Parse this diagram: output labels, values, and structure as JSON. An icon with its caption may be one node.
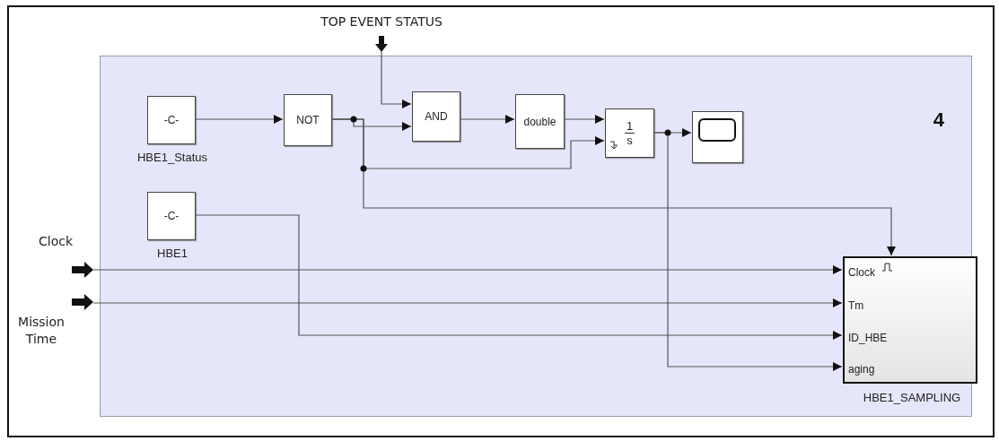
{
  "diagram": {
    "nodes": [
      {
        "text": [
          "TOP EVENT STATUS"
        ]
      },
      {
        "text": [
          "Clock"
        ]
      },
      {
        "text": [
          "Mission Time"
        ]
      },
      {
        "text": [
          "4"
        ]
      },
      {
        "text": [
          "-C-"
        ],
        "in": 3,
        "beside": [
          "HBE1_Status"
        ]
      },
      {
        "text": [
          "NOT"
        ],
        "in": 3
      },
      {
        "text": [
          "AND"
        ],
        "in": 3
      },
      {
        "text": [
          "double"
        ],
        "in": 3
      },
      {
        "text": [
          "1",
          "s"
        ],
        "in": 3
      },
      {
        "text": [],
        "shape": "box",
        "in": 3
      },
      {
        "text": [
          "-C-"
        ],
        "in": 3,
        "beside": [
          "HBE1"
        ]
      },
      {
        "text": [
          "Clock",
          "Tm",
          "ID_HBE",
          "aging"
        ],
        "in": 3,
        "beside": [
          "HBE1_SAMPLING"
        ]
      }
    ],
    "edges": [
      {
        "from": 0,
        "to": 6,
        "arrow": "to"
      },
      {
        "from": 1,
        "to": 11,
        "arrow": "to"
      },
      {
        "from": 2,
        "to": 11,
        "arrow": "to"
      },
      {
        "from": 4,
        "to": 5,
        "arrow": "to"
      },
      {
        "from": 5,
        "to": 6,
        "arrow": "to"
      },
      {
        "from": 5,
        "to": 8,
        "arrow": "to"
      },
      {
        "from": 5,
        "to": 11,
        "arrow": "to"
      },
      {
        "from": 6,
        "to": 7,
        "arrow": "to"
      },
      {
        "from": 7,
        "to": 8,
        "arrow": "to"
      },
      {
        "from": 8,
        "to": 9,
        "arrow": "to"
      },
      {
        "from": 8,
        "to": 11,
        "arrow": "to"
      },
      {
        "from": 10,
        "to": 11,
        "arrow": "to"
      }
    ]
  }
}
